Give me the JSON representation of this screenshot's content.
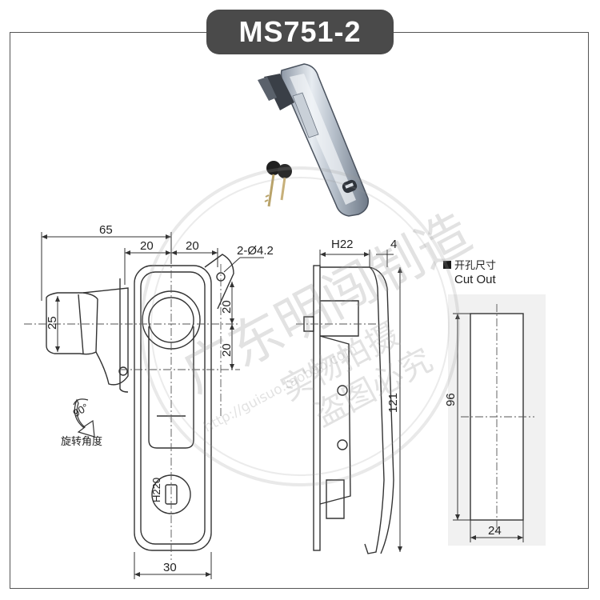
{
  "title": "MS751-2",
  "front_view": {
    "dim_overall_width": "65",
    "dim_left_half": "20",
    "dim_right_half": "20",
    "dim_hole": "2-Ø4.2",
    "dim_cam_height": "25",
    "dim_vertical_upper": "20",
    "dim_vertical_lower": "20",
    "dim_body_width": "30",
    "rotation_angle": "90°",
    "rotation_label": "旋转角度",
    "key_code": "H220"
  },
  "side_view": {
    "dim_h": "H22",
    "dim_thickness": "4",
    "dim_height": "121"
  },
  "cutout": {
    "label_cn": "开孔尺寸",
    "label_en": "Cut Out",
    "dim_height": "96",
    "dim_width": "24"
  },
  "watermark": {
    "line1": "广东明闯制造",
    "line2": "实物拍摄",
    "line3": "盗图必究",
    "url": "http://guisuo.taobao.com"
  }
}
